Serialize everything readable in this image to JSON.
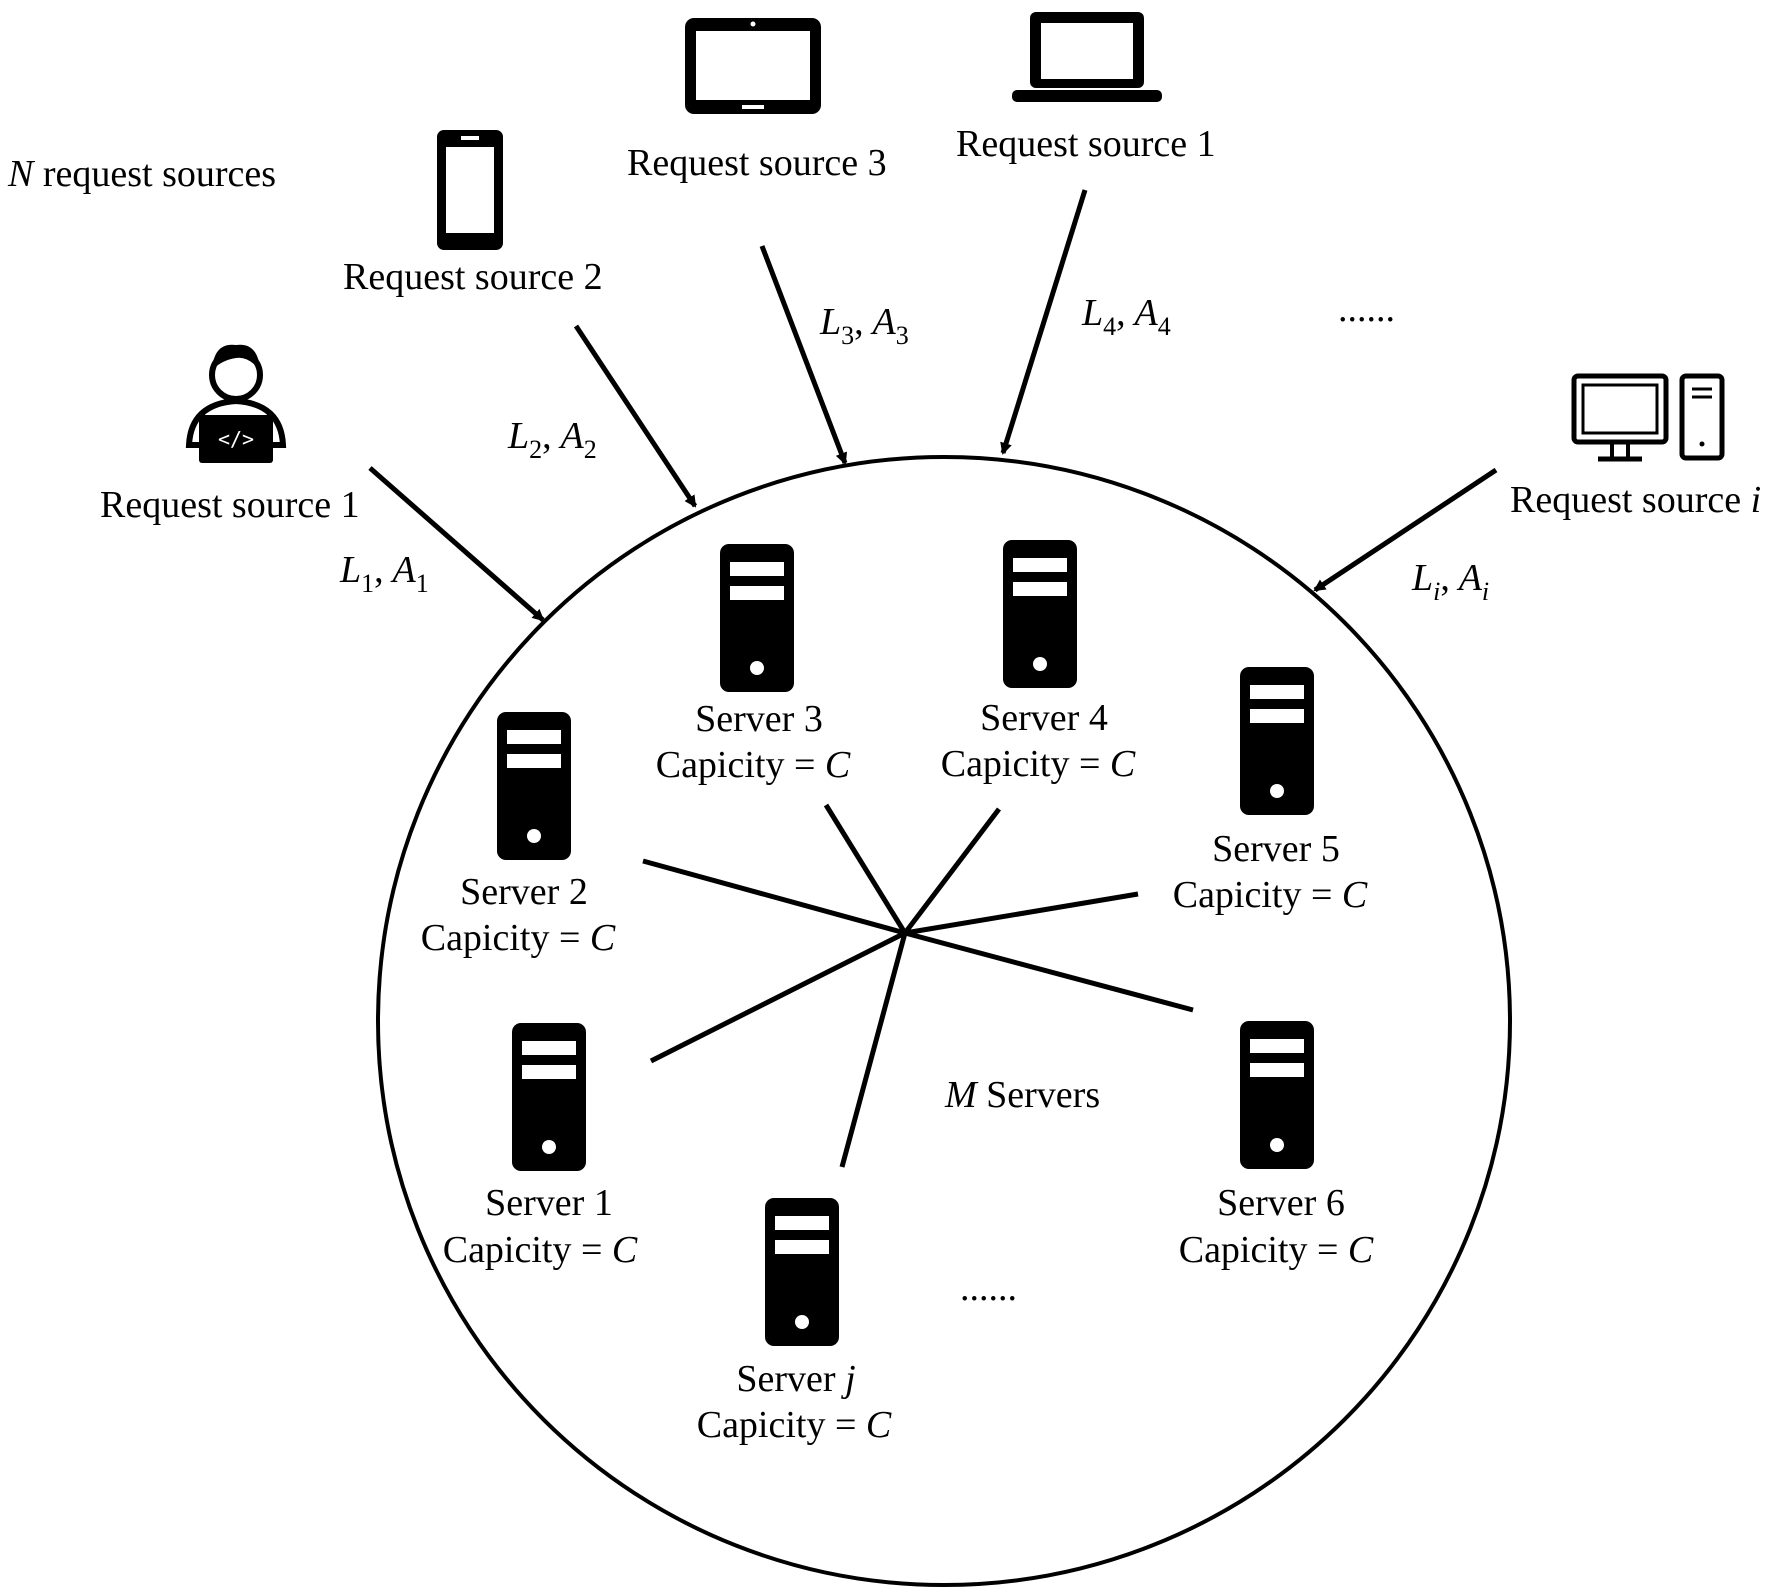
{
  "title": {
    "var": "N",
    "text": "request sources"
  },
  "sources": [
    {
      "id": "person",
      "label": "Request source 1",
      "link": {
        "l": "L",
        "a": "A",
        "sub": "1"
      }
    },
    {
      "id": "phone",
      "label": "Request source 2",
      "link": {
        "l": "L",
        "a": "A",
        "sub": "2"
      }
    },
    {
      "id": "tablet",
      "label": "Request source 3",
      "link": {
        "l": "L",
        "a": "A",
        "sub": "3"
      }
    },
    {
      "id": "laptop",
      "label": "Request source 1",
      "link": {
        "l": "L",
        "a": "A",
        "sub": "4"
      }
    },
    {
      "id": "desktop",
      "label_prefix": "Request source",
      "label_var": "i",
      "link": {
        "l": "L",
        "a": "A",
        "sub": "i"
      }
    }
  ],
  "sources_ellipsis": "......",
  "servers": [
    {
      "id": "server-1",
      "name": "Server 1",
      "capacity_text": "Capicity =",
      "capacity_var": "C"
    },
    {
      "id": "server-2",
      "name": "Server 2",
      "capacity_text": "Capicity =",
      "capacity_var": "C"
    },
    {
      "id": "server-3",
      "name": "Server 3",
      "capacity_text": "Capicity =",
      "capacity_var": "C"
    },
    {
      "id": "server-4",
      "name": "Server 4",
      "capacity_text": "Capicity =",
      "capacity_var": "C"
    },
    {
      "id": "server-5",
      "name": "Server 5",
      "capacity_text": "Capicity =",
      "capacity_var": "C"
    },
    {
      "id": "server-6",
      "name": "Server 6",
      "capacity_text": "Capicity =",
      "capacity_var": "C"
    },
    {
      "id": "server-j",
      "name_prefix": "Server",
      "name_var": "j",
      "capacity_text": "Capicity =",
      "capacity_var": "C"
    }
  ],
  "servers_ellipsis": "......",
  "cluster": {
    "var": "M",
    "text": "Servers"
  },
  "link_separator": ","
}
